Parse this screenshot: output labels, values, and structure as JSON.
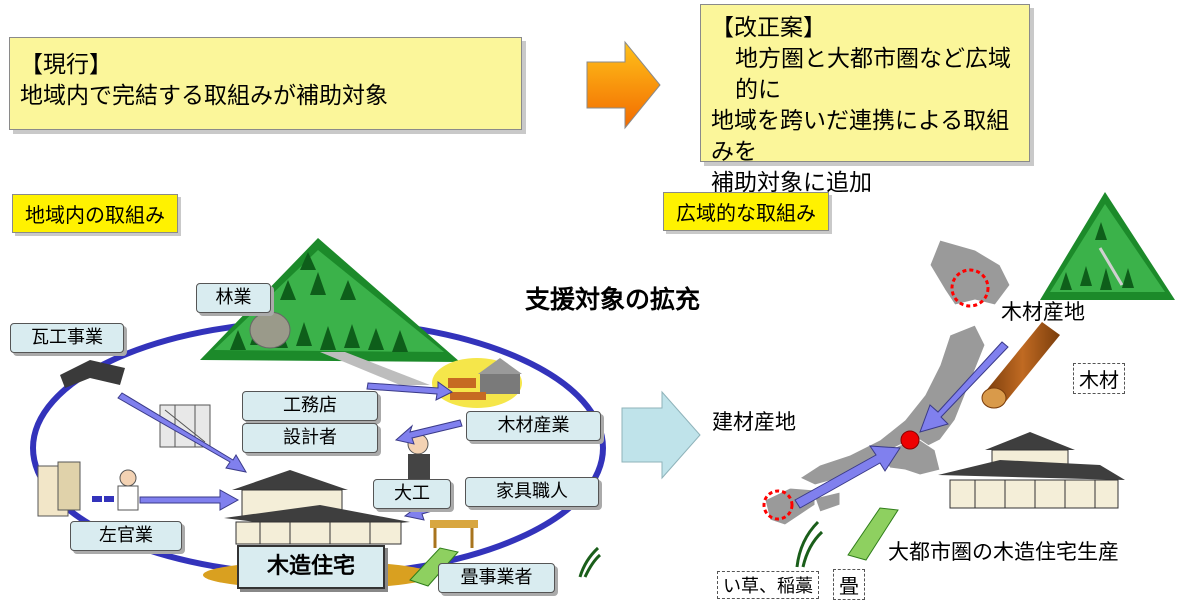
{
  "current": {
    "heading": "【現行】",
    "body": "地域内で完結する取組みが補助対象"
  },
  "proposal": {
    "heading": "【改正案】",
    "line1": "地方圏と大都市圏など広域的に",
    "line2": "地域を跨いだ連携による取組みを",
    "line3": "補助対象に追加"
  },
  "tags": {
    "local": "地域内の取組み",
    "wide": "広域的な取組み"
  },
  "center_title": "支援対象の拡充",
  "local_roles": {
    "forestry": "林業",
    "tile": "瓦工事業",
    "builder": "工務店",
    "designer": "設計者",
    "lumber": "木材産業",
    "carpenter": "大工",
    "furniture": "家具職人",
    "plaster": "左官業",
    "tatami_maker": "畳事業者",
    "house": "木造住宅"
  },
  "wide_labels": {
    "timber_origin": "木材産地",
    "timber": "木材",
    "material_origin": "建材産地",
    "metro": "大都市圏の木造住宅生産",
    "rush": "い草、稲藁",
    "tatami": "畳"
  },
  "colors": {
    "box": "#fbf69a",
    "tag": "#fff200",
    "role": "#d9ecf0",
    "arrow": "#8080ee",
    "ellipse": "#3333bb",
    "orange": "#f7941d"
  }
}
